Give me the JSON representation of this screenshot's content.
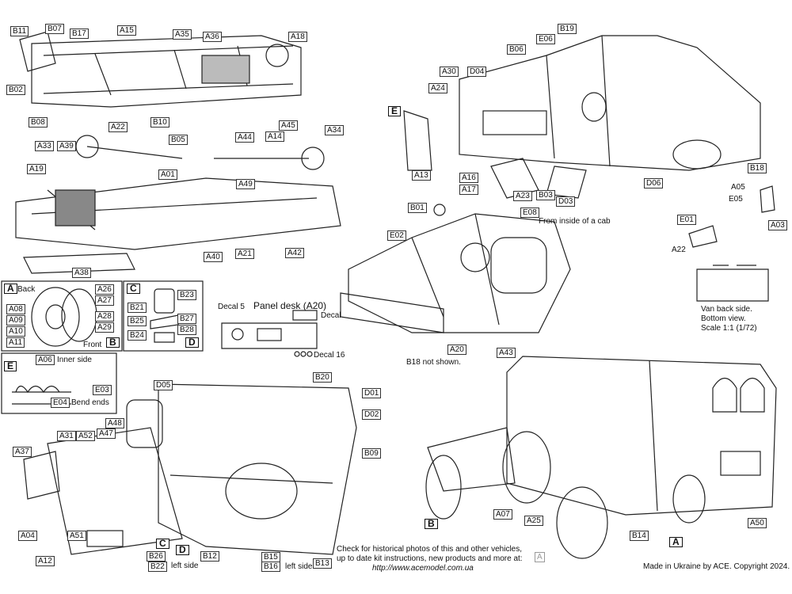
{
  "labels": {
    "B11": "B11",
    "B07": "B07",
    "B17": "B17",
    "A15": "A15",
    "A35": "A35",
    "A36": "A36",
    "A18": "A18",
    "B02": "B02",
    "B08": "B08",
    "B10": "B10",
    "A22a": "A22",
    "B05": "B05",
    "A44": "A44",
    "A14": "A14",
    "A45": "A45",
    "A34": "A34",
    "A33": "A33",
    "A39": "A39",
    "A19": "A19",
    "A01": "A01",
    "A49": "A49",
    "A40": "A40",
    "A21": "A21",
    "A42": "A42",
    "A38": "A38",
    "B06": "B06",
    "E06": "E06",
    "B19": "B19",
    "A30": "A30",
    "D04": "D04",
    "A24": "A24",
    "E": "E",
    "A13": "A13",
    "A16": "A16",
    "A17": "A17",
    "A23": "A23",
    "B03": "B03",
    "D03": "D03",
    "D06": "D06",
    "B18a": "B18",
    "A05": "A05",
    "E05": "E05",
    "A03": "A03",
    "E01": "E01",
    "A22b": "A22",
    "B01": "B01",
    "E08": "E08",
    "E02": "E02",
    "A20": "A20",
    "A43": "A43",
    "A": "A",
    "A26": "A26",
    "A27": "A27",
    "A08": "A08",
    "A09": "A09",
    "A10": "A10",
    "A11": "A11",
    "A28": "A28",
    "A29": "A29",
    "B": "B",
    "C": "C",
    "B23": "B23",
    "B21": "B21",
    "B25": "B25",
    "B27": "B27",
    "B24": "B24",
    "B28": "B28",
    "D": "D",
    "E2": "E",
    "A06": "A06",
    "E03": "E03",
    "E04": "E04",
    "D05": "D05",
    "B20": "B20",
    "D01": "D01",
    "D02": "D02",
    "B09": "B09",
    "A48": "A48",
    "A31": "A31",
    "A52": "A52",
    "A47": "A47",
    "A37": "A37",
    "A04": "A04",
    "A51": "A51",
    "A12": "A12",
    "C2": "C",
    "D2": "D",
    "B26": "B26",
    "B22": "B22",
    "B12": "B12",
    "B15": "B15",
    "B16": "B16",
    "B13": "B13",
    "B2": "B",
    "A07": "A07",
    "A25": "A25",
    "B14": "B14",
    "A2": "A",
    "A50": "A50",
    "A3": "A"
  },
  "text": {
    "back": "Back",
    "front": "Front",
    "inner_side": "Inner side",
    "bend_ends": "Bend ends",
    "panel_desk": "Panel desk (A20)",
    "decal5": "Decal 5",
    "decal": "Decal",
    "decal16": "Decal 16",
    "from_inside": "From inside of a cab",
    "van_back_1": "Van back side.",
    "van_back_2": "Bottom view.",
    "van_back_3": "Scale 1:1 (1/72)",
    "b18_not_shown": "B18 not shown.",
    "left_side_1": "left side",
    "left_side_2": "left side",
    "footer_1": "Check for historical photos of this and  other vehicles,",
    "footer_2": "up to date kit instructions, new products and more at:",
    "footer_url": "http://www.acemodel.com.ua",
    "copyright": "Made in Ukraine by ACE. Copyright 2024."
  },
  "colors": {
    "ink": "#222222",
    "paper": "#ffffff",
    "shade": "#7a7a7a"
  }
}
